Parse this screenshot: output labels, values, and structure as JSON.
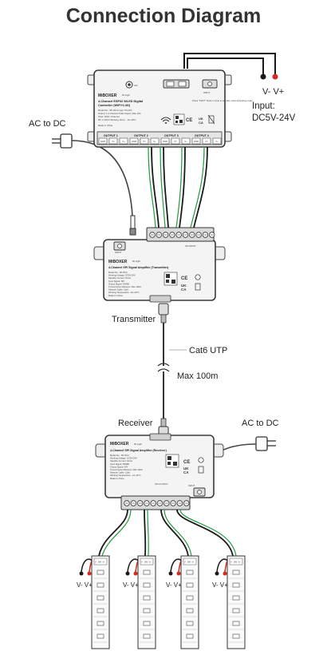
{
  "title": "Connection Diagram",
  "labels": {
    "ac_to_dc_top": "AC to DC",
    "input_label": "Input:",
    "input_voltage": "DC5V-24V",
    "input_polarity": "V-  V+",
    "transmitter": "Transmitter",
    "cable": "Cat6 UTP",
    "max_length": "Max 100m",
    "receiver": "Receiver",
    "ac_to_dc_bottom": "AC to DC",
    "strip_polarity": "V-  V+"
  },
  "controller": {
    "brand": "MiBOXER",
    "sub_brand": "Mi·Light",
    "name_line1": "4-Channel ESP32 WLED Digital",
    "name_line2": "Controller (WiFi+2.4G)",
    "spec1": "Model No.: SP-WL4    Input: 5V-24V",
    "spec2": "Output: 1-4 Channel   Total Output: Max 10A",
    "spec3": "Pixel: 1600 / Channel",
    "spec4": "RF: 2.4GHz   Working Temp.: -10~40°C",
    "made_in": "Made in China",
    "button_label": "SW",
    "input_port": "INPUT",
    "outputs": [
      "OUTPUT 1",
      "OUTPUT 2",
      "OUTPUT 3",
      "OUTPUT 4"
    ],
    "pins": [
      "GND",
      "IO",
      "V+",
      "GND",
      "IO",
      "V+",
      "GND",
      "IO",
      "V+",
      "GND",
      "IO",
      "V+"
    ],
    "note": "Press \"TEST\" button 1 time to activate network binding mode"
  },
  "transmitter_box": {
    "brand": "MiBOXER",
    "sub_brand": "Mi·Light",
    "name": "4-Channel SPI Signal Amplifier (Transmitter)",
    "input_port": "INPUT",
    "spi_label": "SPI INPUT",
    "specs": [
      "Model No.: SP-RX4",
      "Working Voltage: DC5V-24V",
      "Standby Current: 10mA",
      "Input Signal: SPI",
      "Output Signal: RS485",
      "Transmission Distance: Max 100m",
      "Network Cable: Cat6",
      "Working Temperature: -10~40°C",
      "Made In China"
    ]
  },
  "receiver_box": {
    "brand": "MiBOXER",
    "sub_brand": "Mi·Light",
    "name": "4-Channel SPI Signal Amplifier (Receiver)",
    "input_port": "INPUT",
    "spi_label": "SPI OUTPUT",
    "specs": [
      "Model No.: SP-RX4",
      "Working Voltage: DC5V-24V",
      "Standby Current: 10mA",
      "Input Signal: RS485",
      "Output Signal: SPI",
      "Transmission Distance: Max 100m",
      "Network Cable: Cat6",
      "Working Temperature: -10~40°C",
      "Made In China"
    ]
  },
  "strip_pads": [
    "V-",
    "DIN",
    "V+"
  ],
  "colors": {
    "wire_red": "#d42a1f",
    "wire_green": "#1e9a3c",
    "wire_black": "#1a1a1a",
    "device_body": "#f2f2f2",
    "device_border": "#3a3a3a"
  }
}
